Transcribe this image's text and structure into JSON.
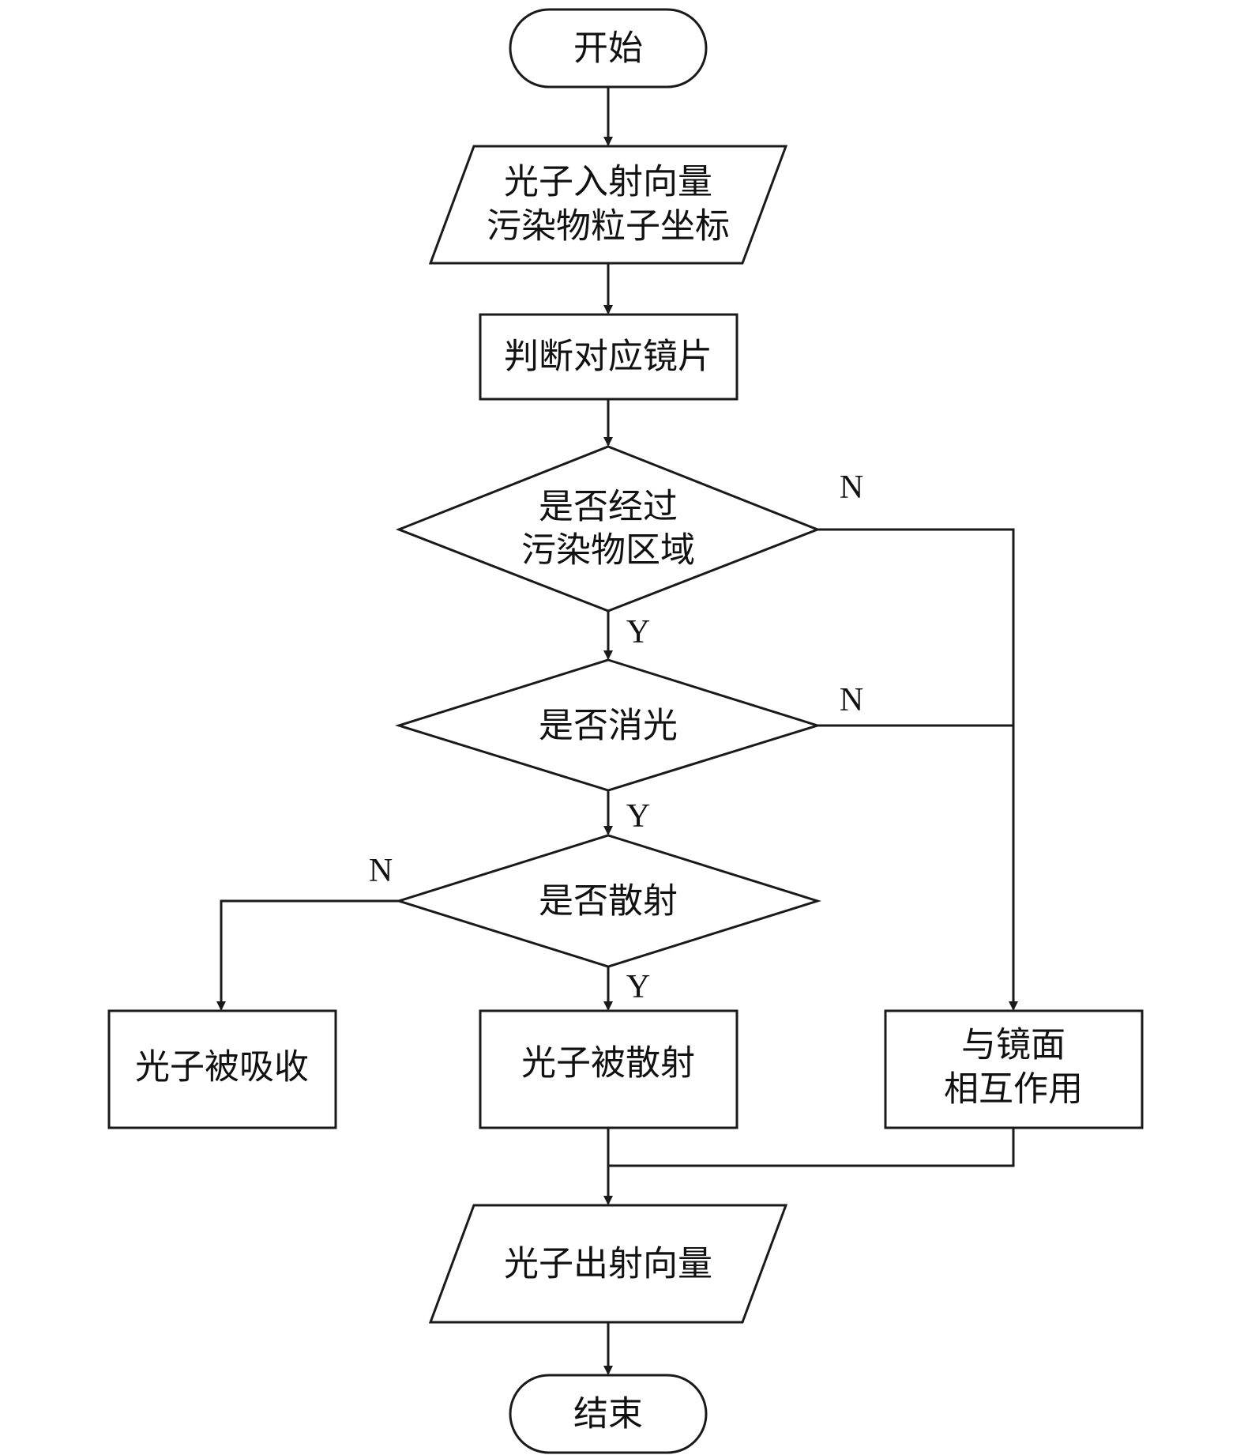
{
  "nodes": {
    "start": {
      "label": "开始"
    },
    "input": {
      "line1": "光子入射向量",
      "line2": "污染物粒子坐标"
    },
    "judge_mirror": {
      "label": "判断对应镜片"
    },
    "decision_contaminant": {
      "line1": "是否经过",
      "line2": "污染物区域"
    },
    "decision_extinction": {
      "label": "是否消光"
    },
    "decision_scatter": {
      "label": "是否散射"
    },
    "absorbed": {
      "label": "光子被吸收"
    },
    "scattered": {
      "label": "光子被散射"
    },
    "mirror_interaction": {
      "line1": "与镜面",
      "line2": "相互作用"
    },
    "output": {
      "label": "光子出射向量"
    },
    "end": {
      "label": "结束"
    }
  },
  "branch_labels": {
    "contaminant_no": "N",
    "contaminant_yes": "Y",
    "extinction_no": "N",
    "extinction_yes": "Y",
    "scatter_no": "N",
    "scatter_yes": "Y"
  },
  "colors": {
    "stroke": "#1a1a1a",
    "fill": "#ffffff",
    "text": "#111111"
  }
}
